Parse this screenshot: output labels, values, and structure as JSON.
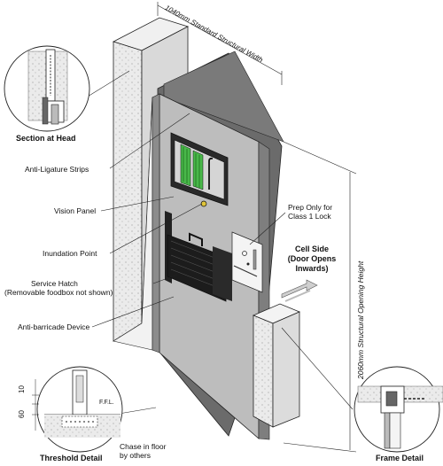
{
  "dimensions": {
    "width_label": "1040mm Standard Structural Width",
    "height_label": "2060mm Structural Opening Height",
    "dim_10": "10",
    "dim_60": "60",
    "ffl": "F.F.L."
  },
  "labels": {
    "section_at_head": "Section at Head",
    "anti_ligature_strips": "Anti-Ligature Strips",
    "vision_panel": "Vision Panel",
    "inundation_point": "Inundation Point",
    "service_hatch_line1": "Service Hatch",
    "service_hatch_line2": "(Removable foodbox not shown)",
    "anti_barricade": "Anti-barricade Device",
    "prep_lock_line1": "Prep Only for",
    "prep_lock_line2": "Class 1 Lock",
    "cell_side_line1": "Cell Side",
    "cell_side_line2": "(Door Opens",
    "cell_side_line3": "Inwards)",
    "threshold_detail": "Threshold Detail",
    "chase_line1": "Chase in floor",
    "chase_line2": "by others",
    "frame_detail": "Frame Detail"
  },
  "colors": {
    "frame_dark": "#6b6b6b",
    "door_face": "#bdbdbd",
    "concrete": "#e6e6e6",
    "vision_green": "#49b84a"
  }
}
